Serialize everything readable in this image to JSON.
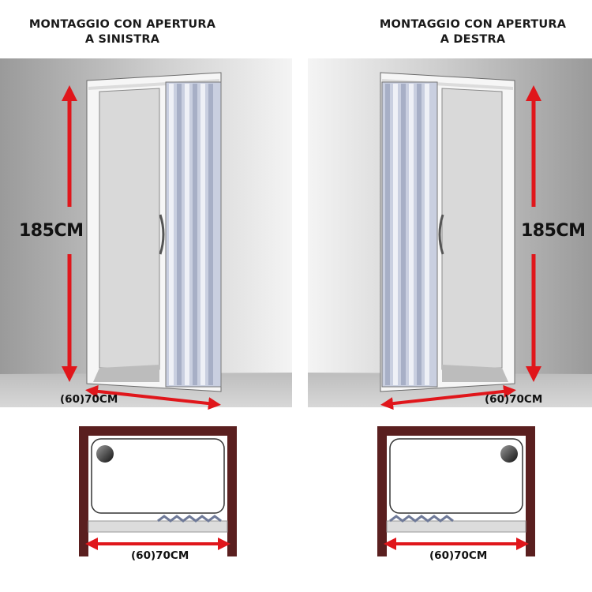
{
  "left": {
    "title_line1": "MONTAGGIO CON APERTURA",
    "title_line2": "A SINISTRA",
    "height_label": "185CM",
    "width_label": "(60)70CM",
    "plan_width_label": "(60)70CM"
  },
  "right": {
    "title_line1": "MONTAGGIO CON APERTURA",
    "title_line2": "A DESTRA",
    "height_label": "185CM",
    "width_label": "(60)70CM",
    "plan_width_label": "(60)70CM"
  },
  "colors": {
    "arrow": "#e0161b",
    "wall_frame": "#5a1f1f",
    "panel_light": "#f2f2f2",
    "wall_shade": "#8f8f8f"
  }
}
